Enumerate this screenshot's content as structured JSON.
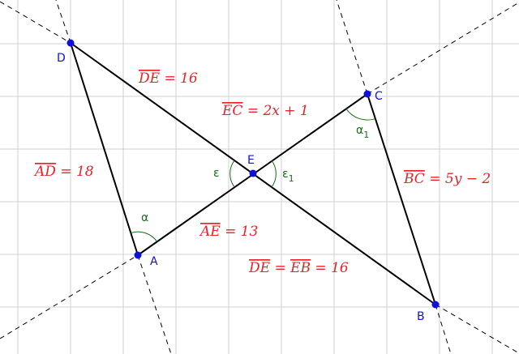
{
  "points": {
    "D": {
      "label": "D"
    },
    "C": {
      "label": "C"
    },
    "E": {
      "label": "E"
    },
    "A": {
      "label": "A"
    },
    "B": {
      "label": "B"
    }
  },
  "equations": {
    "de": {
      "seg": "DE",
      "rest": " = 16"
    },
    "ec": {
      "seg": "EC",
      "rest": " = 2x + 1"
    },
    "ad": {
      "seg": "AD",
      "rest": " = 18"
    },
    "bc": {
      "seg": "BC",
      "rest": " = 5y − 2"
    },
    "ae": {
      "seg": "AE",
      "rest": " = 13"
    },
    "deeb": {
      "seg1": "DE",
      "mid": " = ",
      "seg2": "EB",
      "rest": " = 16"
    }
  },
  "angles": {
    "alpha": {
      "glyph": "α",
      "sub": ""
    },
    "alpha1": {
      "glyph": "α",
      "sub": "1"
    },
    "epsilon": {
      "glyph": "ε",
      "sub": ""
    },
    "epsilon1": {
      "glyph": "ε",
      "sub": "1"
    }
  },
  "colors": {
    "point": "#1010dd",
    "equation": "#e8232b",
    "angle": "#1a6a1a",
    "grid": "#d0d0d0",
    "line": "#000000"
  }
}
